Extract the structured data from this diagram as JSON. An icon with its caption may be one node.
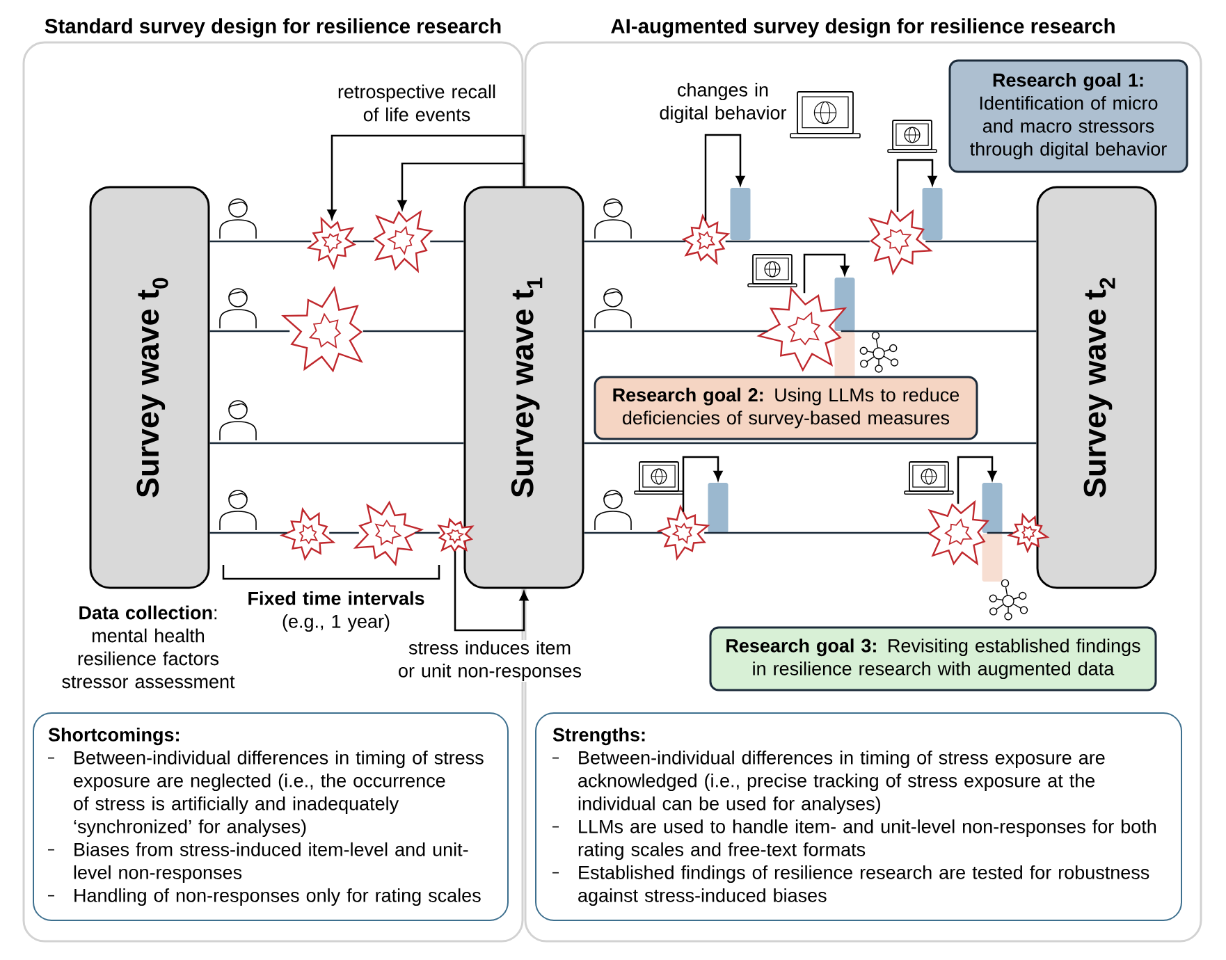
{
  "diagram": {
    "nodes": [
      {
        "text": [
          "Standard survey design for resilience research"
        ]
      },
      {
        "text": [
          "AI-augmented survey design for resilience research"
        ]
      },
      {
        "text": [
          "Survey wave t$_{0}$"
        ],
        "in": 0
      },
      {
        "text": [
          "Survey wave t$_{1}$"
        ]
      },
      {
        "text": [
          "Survey wave t$_{2}$"
        ],
        "in": 1
      },
      {
        "text": [],
        "shape": "star",
        "in": 0
      },
      {
        "text": [],
        "shape": "star",
        "in": 0
      },
      {
        "text": [],
        "shape": "star",
        "in": 0
      },
      {
        "text": [],
        "shape": "star",
        "in": 0
      },
      {
        "text": [],
        "shape": "star",
        "in": 0
      },
      {
        "text": [],
        "shape": "star",
        "in": 0
      },
      {
        "text": [
          "Shortcomings:",
          "Between-individual differences in timing of stress exposure are neglected (i.e., the occurrence of stress is artificially and inadequately ‘synchronized’ for analyses)",
          "Biases from stress-induced item-level and unit-level non-responses",
          "Handling of non-responses only for rating scales"
        ],
        "in": 0
      },
      {
        "text": [
          "Research goal 1:",
          "Identification of micro and macro stressors through digital behavior"
        ],
        "in": 1
      },
      {
        "text": [],
        "shape": "star",
        "in": 1
      },
      {
        "text": [],
        "shape": "bar",
        "in": 1
      },
      {
        "text": [],
        "shape": "star",
        "in": 1
      },
      {
        "text": [],
        "shape": "bar",
        "in": 1
      },
      {
        "text": [],
        "shape": "star",
        "in": 1
      },
      {
        "text": [],
        "shape": "bar",
        "in": 1
      },
      {
        "text": [
          "**Research goal 2:** Using LLMs to reduce deficiencies of survey-based measures"
        ],
        "in": 1
      },
      {
        "text": [],
        "shape": "star",
        "in": 1
      },
      {
        "text": [],
        "shape": "bar",
        "in": 1
      },
      {
        "text": [],
        "shape": "star",
        "in": 1
      },
      {
        "text": [],
        "shape": "bar",
        "in": 1
      },
      {
        "text": [],
        "shape": "star",
        "in": 1
      },
      {
        "text": [
          "**Research goal 3:** Revisiting established findings in resilience research with augmented data"
        ],
        "in": 1
      },
      {
        "text": [
          "Strengths:",
          "Between-individual differences in timing of stress exposure are acknowledged (i.e., precise tracking of stress exposure at the individual can be used for analyses)",
          "LLMs are used to handle item- and unit-level non-responses for both rating scales and free-text formats",
          "Established findings of resilience research are tested for robustness against stress-induced biases"
        ],
        "in": 1
      }
    ],
    "edges": [
      {
        "from": 3,
        "to": 5,
        "arrow": "to",
        "label": "retrospective recall of life events"
      },
      {
        "from": 3,
        "to": 6,
        "arrow": "to"
      },
      {
        "from": 10,
        "to": 3,
        "arrow": "to",
        "label": "stress induces item or unit non-responses"
      },
      {
        "from": 13,
        "to": 14,
        "arrow": "to",
        "label": "changes in digital behavior"
      },
      {
        "from": 15,
        "to": 16,
        "arrow": "to"
      },
      {
        "from": 17,
        "to": 18,
        "arrow": "to"
      },
      {
        "from": 20,
        "to": 21,
        "arrow": "to"
      },
      {
        "from": 22,
        "to": 23,
        "arrow": "to"
      },
      {
        "from": 2,
        "to": 5,
        "arrow": "none",
        "color": "#1b2a38"
      },
      {
        "from": 5,
        "to": 6,
        "arrow": "none",
        "color": "#1b2a38"
      },
      {
        "from": 6,
        "to": 3,
        "arrow": "none",
        "color": "#1b2a38"
      },
      {
        "from": 2,
        "to": 7,
        "arrow": "none",
        "color": "#1b2a38"
      },
      {
        "from": 7,
        "to": 3,
        "arrow": "none",
        "color": "#1b2a38"
      },
      {
        "from": 2,
        "to": 3,
        "arrow": "none",
        "color": "#1b2a38"
      },
      {
        "from": 2,
        "to": 8,
        "arrow": "none",
        "color": "#1b2a38"
      },
      {
        "from": 8,
        "to": 9,
        "arrow": "none",
        "color": "#1b2a38"
      },
      {
        "from": 9,
        "to": 10,
        "arrow": "none",
        "color": "#1b2a38"
      },
      {
        "from": 3,
        "to": 13,
        "arrow": "none",
        "color": "#1b2a38"
      },
      {
        "from": 13,
        "to": 15,
        "arrow": "none",
        "color": "#1b2a38"
      },
      {
        "from": 15,
        "to": 4,
        "arrow": "none",
        "color": "#1b2a38"
      },
      {
        "from": 3,
        "to": 17,
        "arrow": "none",
        "color": "#1b2a38"
      },
      {
        "from": 17,
        "to": 4,
        "arrow": "none",
        "color": "#1b2a38"
      },
      {
        "from": 3,
        "to": 4,
        "arrow": "none",
        "color": "#1b2a38"
      },
      {
        "from": 3,
        "to": 20,
        "arrow": "none",
        "color": "#1b2a38"
      },
      {
        "from": 20,
        "to": 22,
        "arrow": "none",
        "color": "#1b2a38"
      },
      {
        "from": 22,
        "to": 24,
        "arrow": "none",
        "color": "#1b2a38"
      }
    ],
    "labels": [
      "**Data collection**: mental health resilience factors stressor assessment",
      "**Fixed time intervals** (e.g., 1 year)"
    ]
  }
}
